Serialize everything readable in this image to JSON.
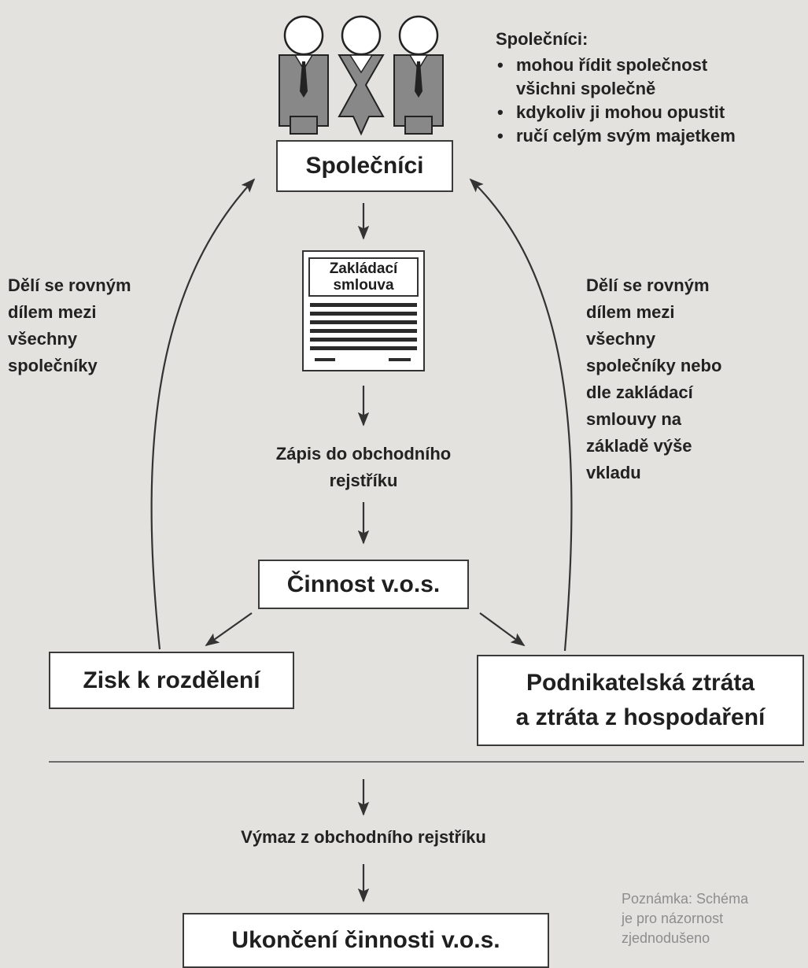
{
  "partners_box": "Společníci",
  "partners_info": {
    "title": "Společníci:",
    "bullet_glyph": "•",
    "items": [
      {
        "lines": [
          "mohou řídit společnost",
          "všichni společně"
        ]
      },
      {
        "lines": [
          "kdykoliv ji mohou opustit"
        ]
      },
      {
        "lines": [
          "ručí celým svým majetkem"
        ]
      }
    ]
  },
  "contract_title": [
    "Zakládací",
    "smlouva"
  ],
  "registration": [
    "Zápis do obchodního",
    "rejstříku"
  ],
  "activity_box": "Činnost v.o.s.",
  "profit_box": "Zisk k rozdělení",
  "loss_box": [
    "Podnikatelská ztráta",
    "a ztráta z hospodaření"
  ],
  "left_label": [
    "Dělí se rovným",
    "dílem mezi",
    "všechny",
    "společníky"
  ],
  "right_label": [
    "Dělí se rovným",
    "dílem mezi",
    "všechny",
    "společníky nebo",
    "dle zakládací",
    "smlouvy na",
    "základě výše",
    "vkladu"
  ],
  "deletion": "Výmaz z obchodního rejstříku",
  "end_box": "Ukončení činnosti v.o.s.",
  "note": [
    "Poznámka: Schéma",
    "je pro názornost",
    "zjednodušeno"
  ],
  "colors": {
    "background": "#e4e2df",
    "box_fill": "#ffffff",
    "figure_fill": "#8a8a8a",
    "ink": "#222222"
  }
}
